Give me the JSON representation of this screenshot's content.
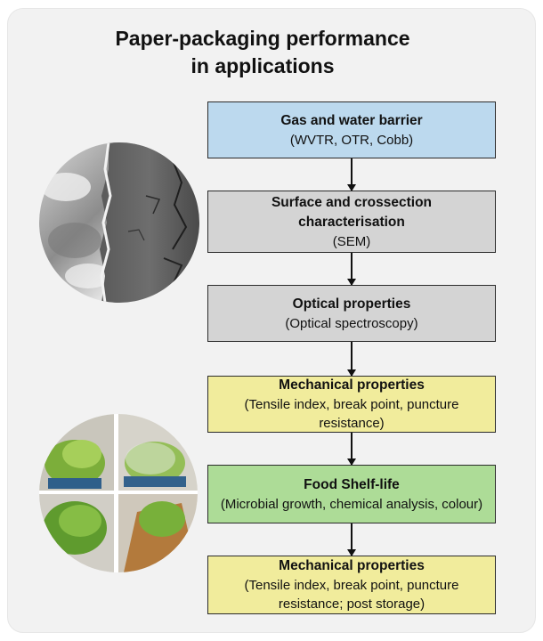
{
  "title": {
    "line1": "Paper-packaging performance",
    "line2": "in applications"
  },
  "steps": [
    {
      "title": "Gas and water barrier",
      "subtitle": "(WVTR, OTR, Cobb)",
      "color": "#bcd9ee"
    },
    {
      "title": "Surface and crossection characterisation",
      "subtitle": "(SEM)",
      "color": "#d4d4d4"
    },
    {
      "title": "Optical properties",
      "subtitle": "(Optical spectroscopy)",
      "color": "#d4d4d4"
    },
    {
      "title": "Mechanical properties",
      "subtitle": "(Tensile index, break point, puncture resistance)",
      "color": "#f1ec9c"
    },
    {
      "title": "Food Shelf-life",
      "subtitle": "(Microbial growth, chemical analysis, colour)",
      "color": "#addc97"
    },
    {
      "title": "Mechanical properties",
      "subtitle": "(Tensile index, break point, puncture resistance; post storage)",
      "color": "#f1ec9c"
    }
  ],
  "images": [
    {
      "icon": "sem-micrograph-image"
    },
    {
      "icon": "lettuce-packaging-photo-collage"
    }
  ]
}
